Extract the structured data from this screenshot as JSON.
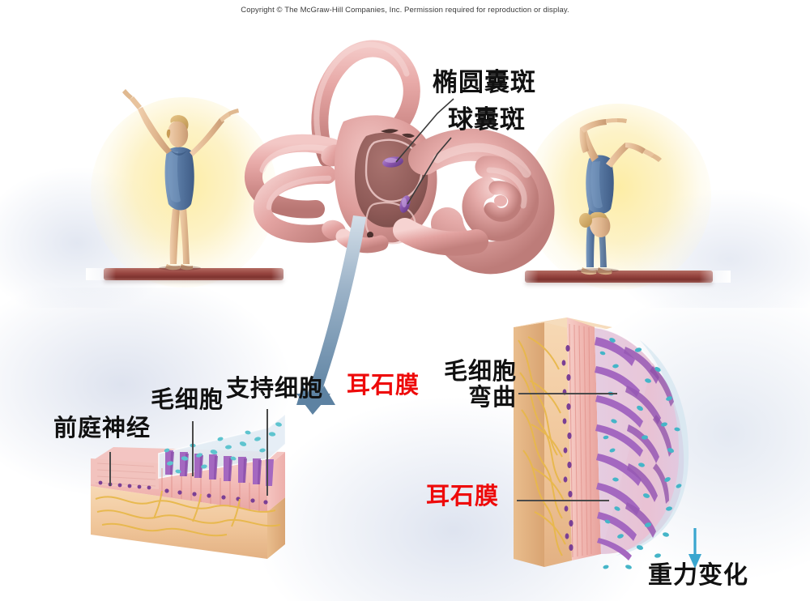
{
  "copyright": "Copyright © The McGraw-Hill Companies, Inc. Permission required for reproduction or display.",
  "figure": {
    "subject": "vestibular-macula",
    "accent_red": "#ee0a0a",
    "label_black": "#111111",
    "arrow_blue": "#5b87ad",
    "gravity_arrow_blue": "#3aa6cf"
  },
  "labels": {
    "utricular_macula": "椭圆囊斑",
    "saccular_macula": "球囊斑",
    "vestibular_nerve": "前庭神经",
    "hair_cells": "毛细胞",
    "supporting_cells": "支持细胞",
    "otolithic_membrane_left": "耳石膜",
    "hair_cells_bending_line1": "毛细胞",
    "hair_cells_bending_line2": "弯曲",
    "otolithic_membrane_right": "耳石膜",
    "gravity_change": "重力变化"
  },
  "scenes": {
    "gymnast_upright": "gymnast-standing-upright-on-beam",
    "gymnast_handstand": "gymnast-handstand-on-beam",
    "inner_ear": "membranous-labyrinth-with-semicircular-canals-and-cochlea",
    "macula_block_flat": "macula-cross-section-head-upright",
    "macula_block_tilted": "macula-cross-section-head-inverted"
  }
}
